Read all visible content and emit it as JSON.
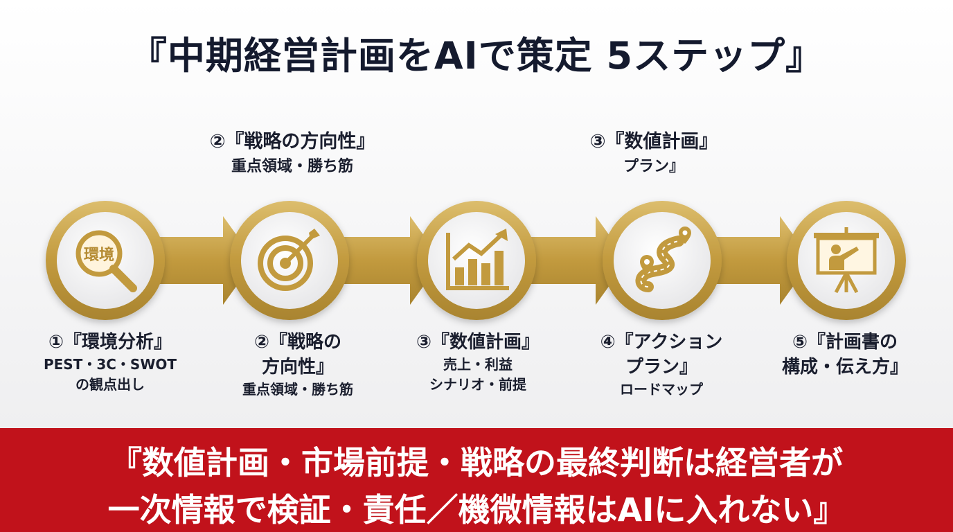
{
  "title": "『中期経営計画をAIで策定  5ステップ』",
  "upper_labels": [
    {
      "title": "②『戦略の方向性』",
      "sub": "重点領域・勝ち筋"
    },
    {
      "title": "③『数値計画』",
      "sub": "プラン』"
    }
  ],
  "steps": [
    {
      "icon": "magnifier-icon",
      "icon_text": "環境",
      "title_lines": [
        "①『環境分析』"
      ],
      "sub_lines": [
        "PEST・3C・SWOT",
        "の観点出し"
      ]
    },
    {
      "icon": "target-icon",
      "title_lines": [
        "②『戦略の",
        "方向性』"
      ],
      "sub_lines": [
        "重点領域・勝ち筋"
      ]
    },
    {
      "icon": "bar-chart-icon",
      "title_lines": [
        "③『数値計画』"
      ],
      "sub_lines": [
        "売上・利益",
        "シナリオ・前提"
      ]
    },
    {
      "icon": "roadmap-icon",
      "title_lines": [
        "④『アクション",
        "プラン』"
      ],
      "sub_lines": [
        "ロードマップ"
      ]
    },
    {
      "icon": "presentation-icon",
      "title_lines": [
        "⑤『計画書の",
        "構成・伝え方』"
      ],
      "sub_lines": []
    }
  ],
  "banner": {
    "line1": "『数値計画・市場前提・戦略の最終判断は経営者が",
    "line2": "一次情報で検証・責任／機微情報はAIに入れない』"
  },
  "colors": {
    "gold": "#c29a3e",
    "gold_light": "#d9b55e",
    "navy": "#141a2e",
    "banner_red": "#c1121b"
  }
}
